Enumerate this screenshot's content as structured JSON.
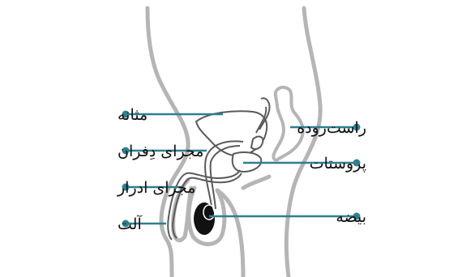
{
  "colors": {
    "leader": "#2f7f8f",
    "dot": "#2f7f8f",
    "body_outline": "#b5b5b5",
    "organ_outline": "#5a5a5a",
    "testis_fill": "#111111"
  },
  "labels_left": {
    "bladder": "مثانه",
    "vas_deferens": "مجرای دِفران",
    "urethra": "مجرای ادرار",
    "penis": "آلت"
  },
  "labels_right": {
    "rectum": "راست‌روده",
    "prostate": "پروستات",
    "testicle": "بیضه"
  }
}
